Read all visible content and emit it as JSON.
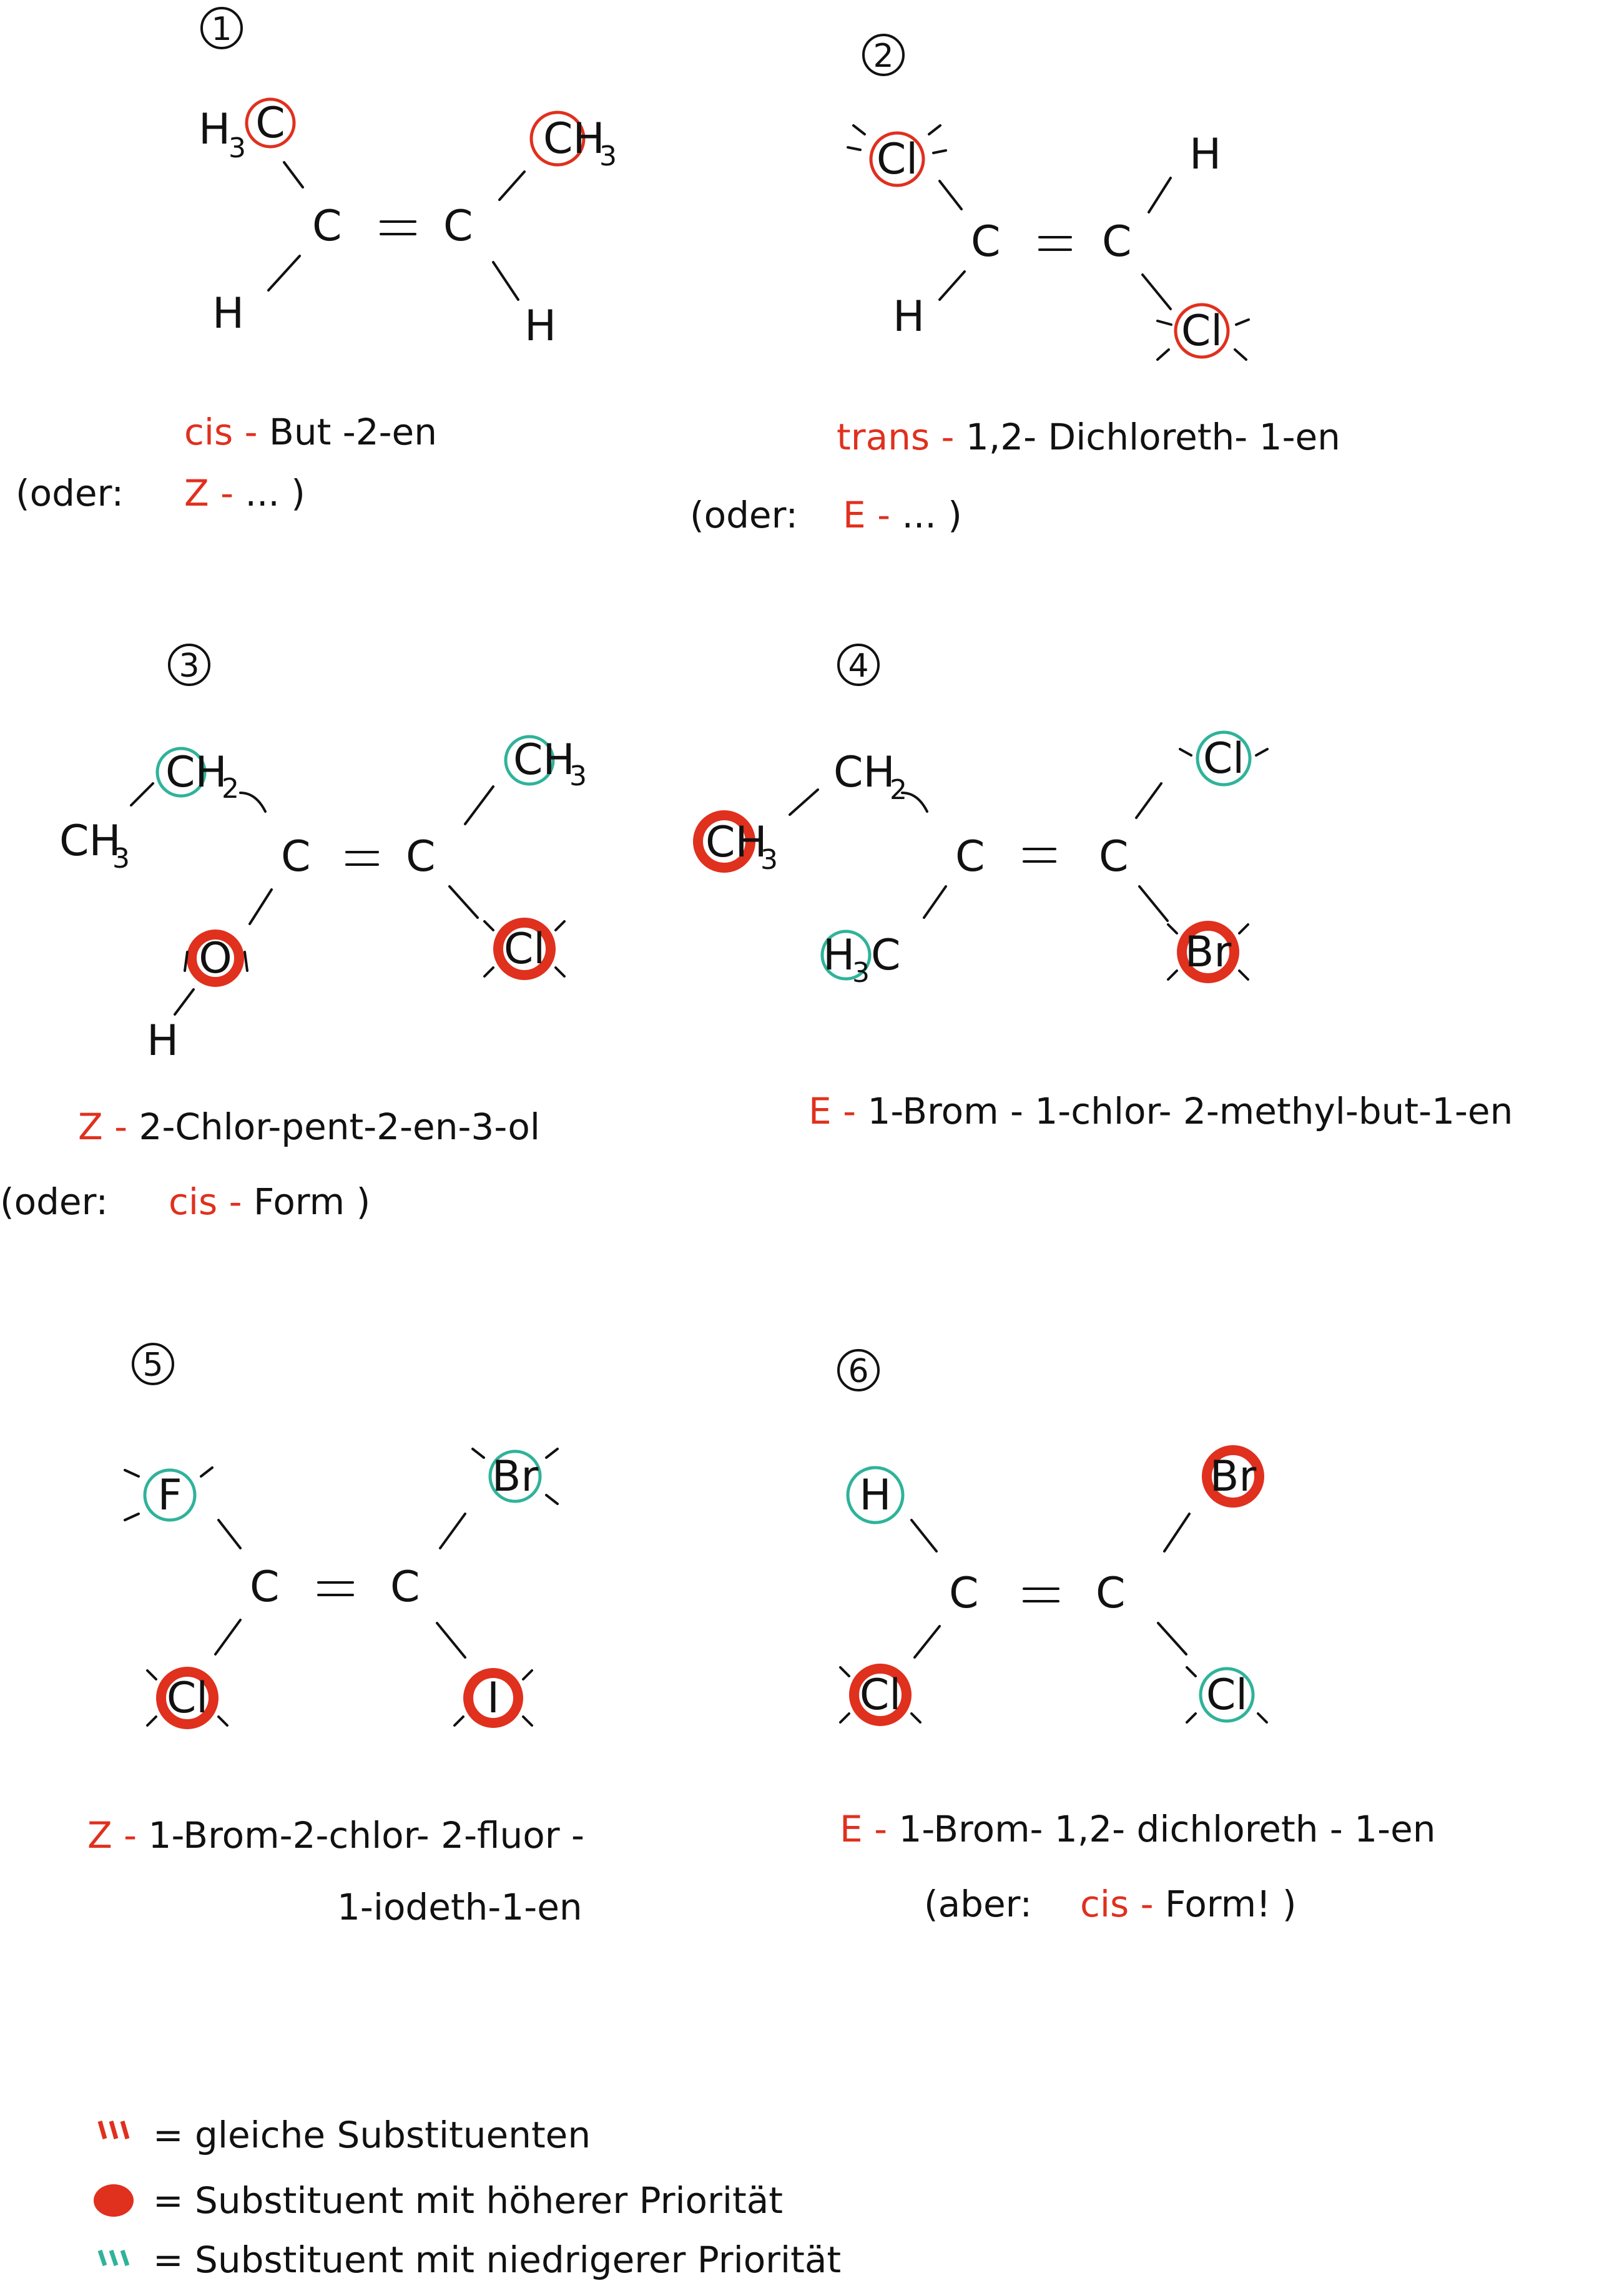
{
  "panels": [
    {
      "number": "1",
      "name": "cis - But -2-en",
      "alt_open": "(oder:",
      "alt_value": "Z - ... )"
    },
    {
      "number": "2",
      "name": "trans - 1,2- Dichloreth- 1-en",
      "alt_open": "(oder:",
      "alt_value": "E - ... )"
    },
    {
      "number": "3",
      "name": "Z - 2-Chlor-pent-2-en-3-ol",
      "alt_open": "(oder:",
      "alt_value": "cis - Form )"
    },
    {
      "number": "4",
      "name": "E - 1-Brom - 1-chlor- 2-methyl-but-1-en"
    },
    {
      "number": "5",
      "name": "Z - 1-Brom-2-chlor- 2-fluor -",
      "name2": "1-iodeth-1-en"
    },
    {
      "number": "6",
      "name": "E - 1-Brom- 1,2- dichloreth - 1-en",
      "alt_open": "(aber:",
      "alt_value": "cis - Form! )"
    }
  ],
  "legend": [
    {
      "marker": "hatch",
      "text": "= gleiche Substituenten"
    },
    {
      "marker": "red-fill",
      "text": "= Substituent mit höherer Priorität"
    },
    {
      "marker": "teal",
      "text": "= Substituent mit niedrigerer Priorität"
    }
  ],
  "colors": {
    "red": "#e0301e",
    "teal": "#2fb39a",
    "ink": "#111111"
  }
}
